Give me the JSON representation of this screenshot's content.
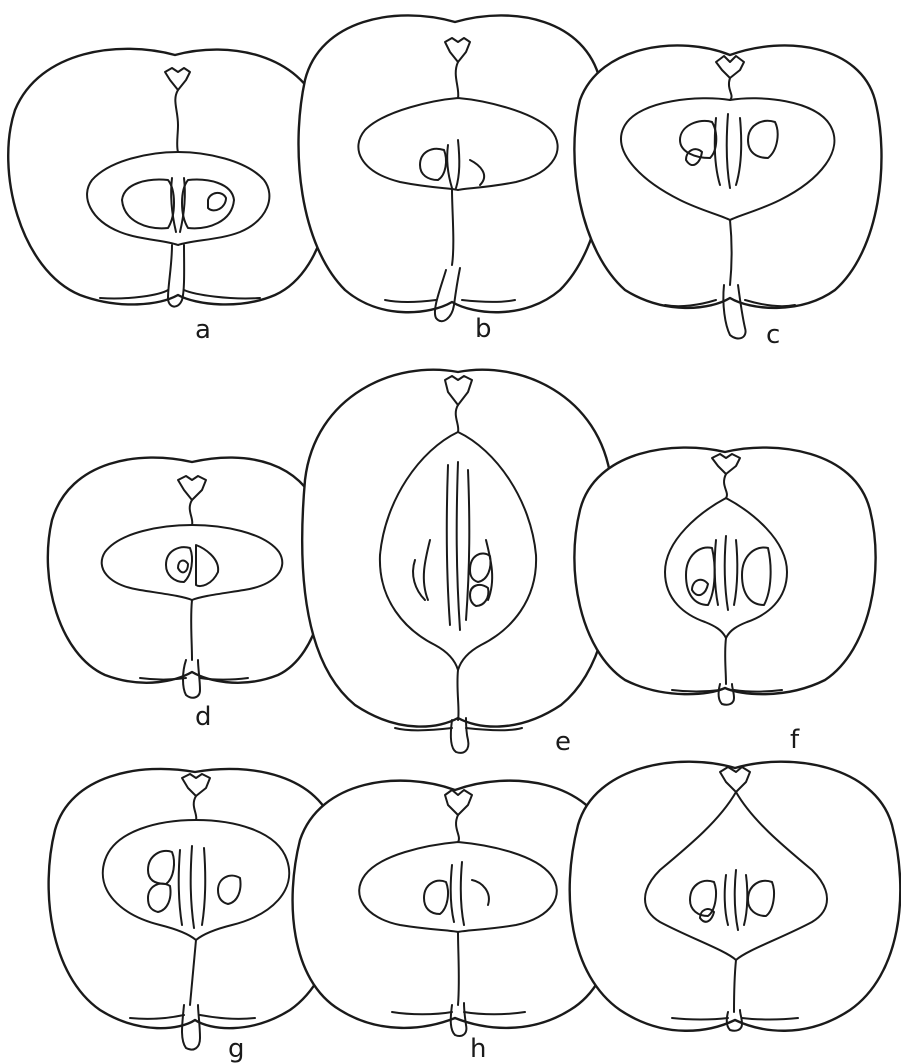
{
  "figure": {
    "labels": {
      "a": "a",
      "b": "b",
      "c": "c",
      "d": "d",
      "e": "e",
      "f": "f",
      "g": "g",
      "h": "h"
    }
  },
  "colors": {
    "ink": "#1a1a1a",
    "paper": "#ffffff"
  }
}
